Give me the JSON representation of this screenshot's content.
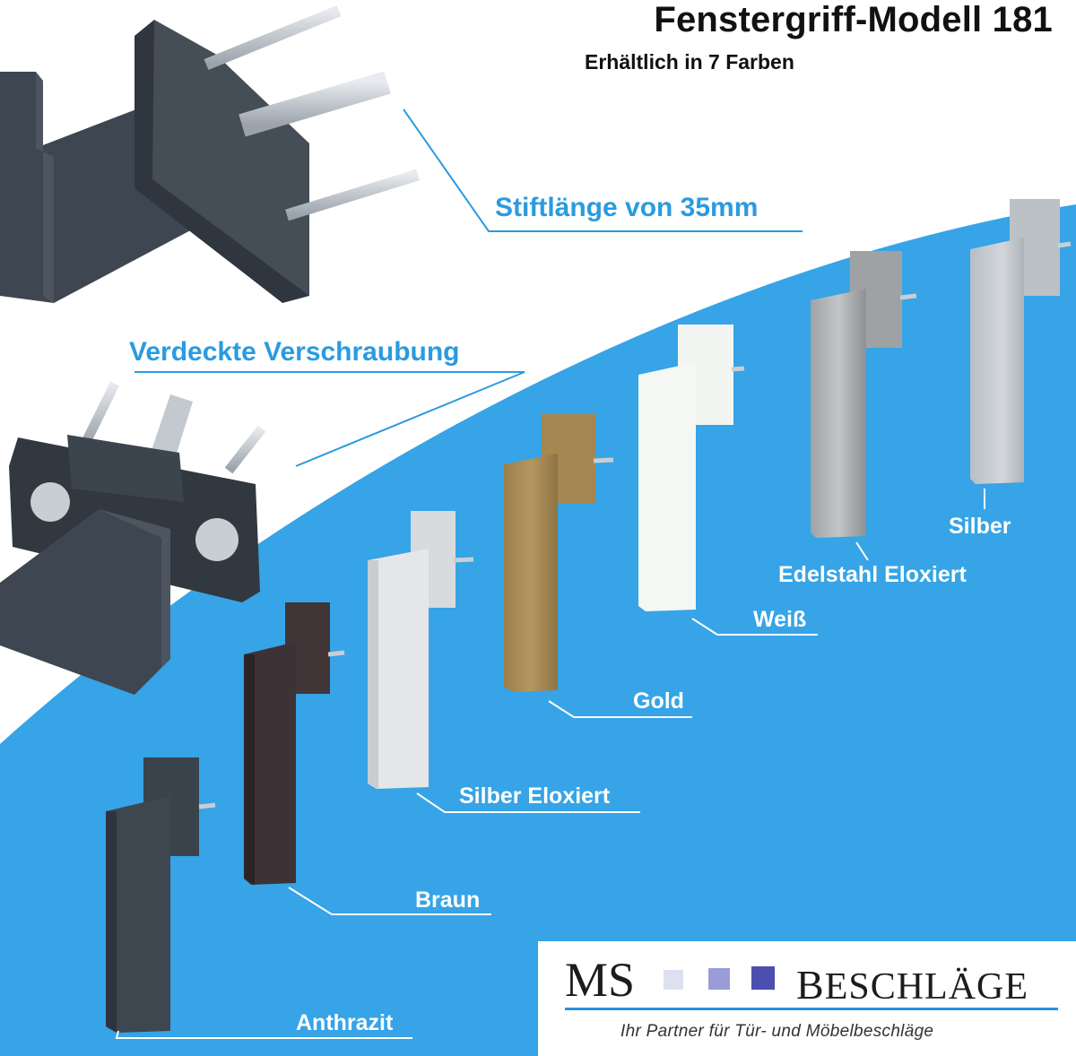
{
  "header": {
    "title": "Fenstergriff-Modell 181",
    "subtitle": "Erhältlich in 7 Farben"
  },
  "callouts": {
    "pin_length": "Stiftlänge von 35mm",
    "concealed_screws": "Verdeckte Verschraubung"
  },
  "colors": {
    "anthrazit": "Anthrazit",
    "braun": "Braun",
    "silber_eloxiert": "Silber Eloxiert",
    "gold": "Gold",
    "weiss": "Weiß",
    "edelstahl_eloxiert": "Edelstahl Eloxiert",
    "silber": "Silber"
  },
  "brand": {
    "ms": "MS",
    "beschlaege_first": "B",
    "beschlaege_rest": "ESCHLÄGE",
    "tagline": "Ihr Partner für Tür- und Möbelbeschläge",
    "square_colors": [
      "#dde0f0",
      "#9a9cd8",
      "#4a4fb0"
    ]
  },
  "palette": {
    "accent": "#2a9be0",
    "blue_area": "#36a4e6",
    "anthrazit": "#3e4650",
    "braun": "#3d3236",
    "silber_eloxiert": "#e4e6e8",
    "gold": "#a88a55",
    "weiss": "#f5f7f4",
    "edelstahl": "#a9abad",
    "silber": "#c6cacf"
  }
}
